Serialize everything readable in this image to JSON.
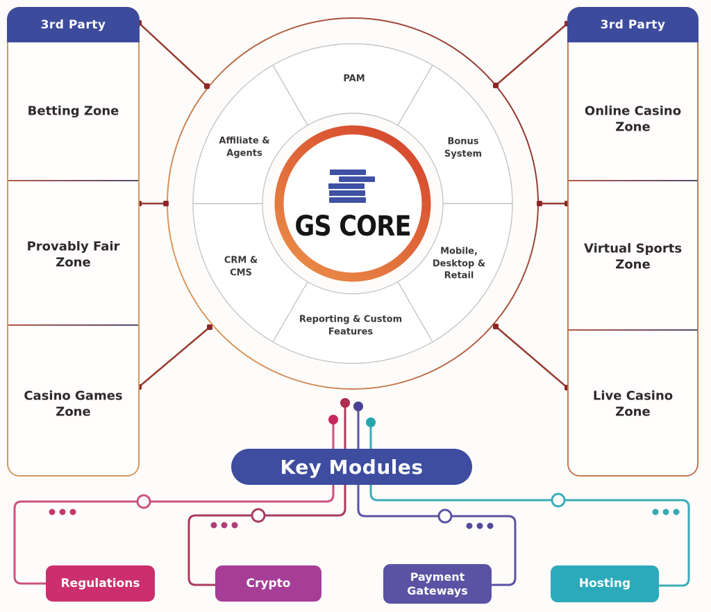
{
  "left_panel": {
    "header": "3rd Party",
    "zones": [
      "Betting Zone",
      "Provably Fair Zone",
      "Casino Games Zone"
    ]
  },
  "right_panel": {
    "header": "3rd Party",
    "zones": [
      "Online Casino Zone",
      "Virtual Sports Zone",
      "Live Casino Zone"
    ]
  },
  "core": {
    "title": "GS CORE",
    "logo_icon": "stacked-bars-icon",
    "logo_color": "#3f51a5",
    "ring_gradient": [
      "#ec9049",
      "#d64a2e"
    ]
  },
  "ring_segments": {
    "top": "PAM",
    "upper_right": "Bonus System",
    "lower_right": "Mobile, Desktop & Retail",
    "bottom": "Reporting & Custom Features",
    "lower_left": "CRM & CMS",
    "upper_left": "Affiliate & Agents"
  },
  "key_modules": {
    "label": "Key Modules",
    "pill_color": "#3e4da0",
    "modules": [
      {
        "label": "Regulations",
        "color": "#cb2f6d",
        "line_color": "#c9537f"
      },
      {
        "label": "Crypto",
        "color": "#a63e97",
        "line_color": "#aa3a5f"
      },
      {
        "label": "Payment Gateways",
        "color": "#5a52a3",
        "line_color": "#5a52a3"
      },
      {
        "label": "Hosting",
        "color": "#2caabb",
        "line_color": "#3aacb8"
      }
    ]
  },
  "colors": {
    "header_blue": "#3d4b9c",
    "connector_red": "#963a2f",
    "connector_dot": "#8c2626",
    "segment_border": "#c6c6c6",
    "outer_circle_gradient": [
      "#e2a060",
      "#8c2f2c"
    ]
  }
}
